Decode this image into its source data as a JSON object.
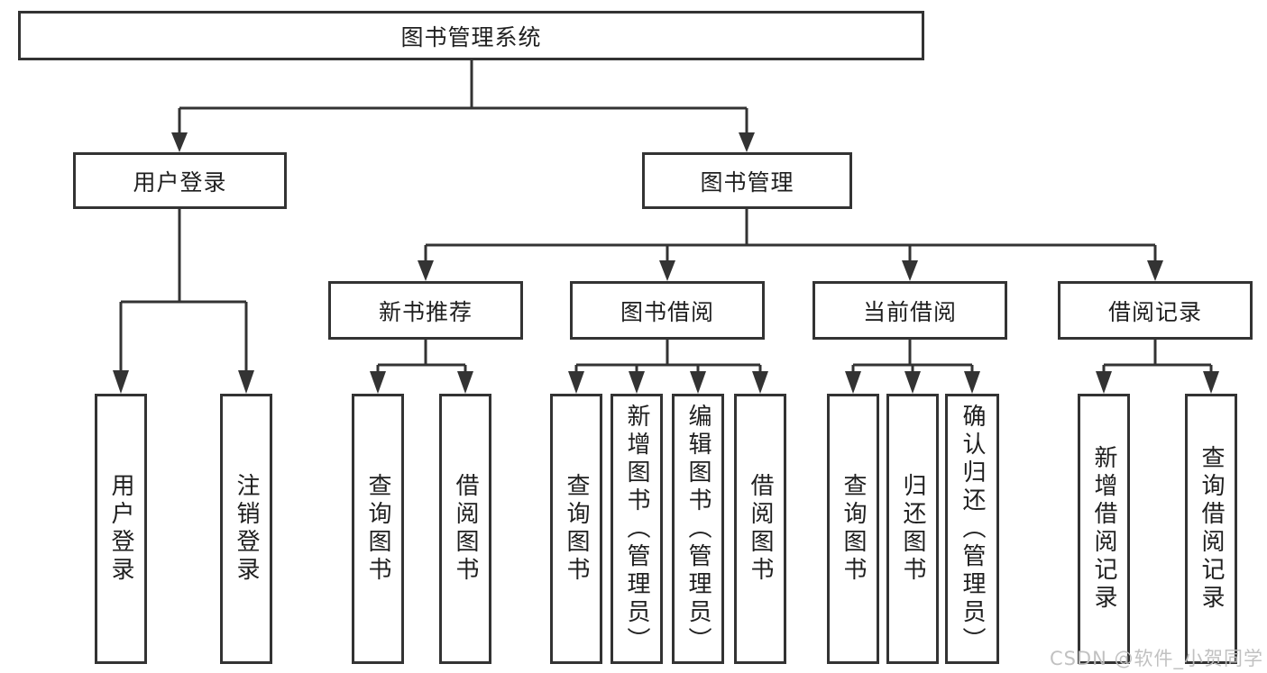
{
  "tree": {
    "label": "图书管理系统",
    "children": [
      {
        "label": "用户登录",
        "children": [
          {
            "label": "用户登录"
          },
          {
            "label": "注销登录"
          }
        ]
      },
      {
        "label": "图书管理",
        "children": [
          {
            "label": "新书推荐",
            "children": [
              {
                "label": "查询图书"
              },
              {
                "label": "借阅图书"
              }
            ]
          },
          {
            "label": "图书借阅",
            "children": [
              {
                "label": "查询图书"
              },
              {
                "label": "新增图书（管理员）"
              },
              {
                "label": "编辑图书（管理员）"
              },
              {
                "label": "借阅图书"
              }
            ]
          },
          {
            "label": "当前借阅",
            "children": [
              {
                "label": "查询图书"
              },
              {
                "label": "归还图书"
              },
              {
                "label": "确认归还（管理员）"
              }
            ]
          },
          {
            "label": "借阅记录",
            "children": [
              {
                "label": "新增借阅记录"
              },
              {
                "label": "查询借阅记录"
              }
            ]
          }
        ]
      }
    ]
  },
  "watermark": {
    "text": "CSDN @软件_小贺同学"
  },
  "colors": {
    "line": "#333333",
    "box_border": "#333333",
    "box_fill": "#ffffff",
    "text": "#1f1f1f",
    "background": "#ffffff",
    "watermark": "#bebebe"
  }
}
